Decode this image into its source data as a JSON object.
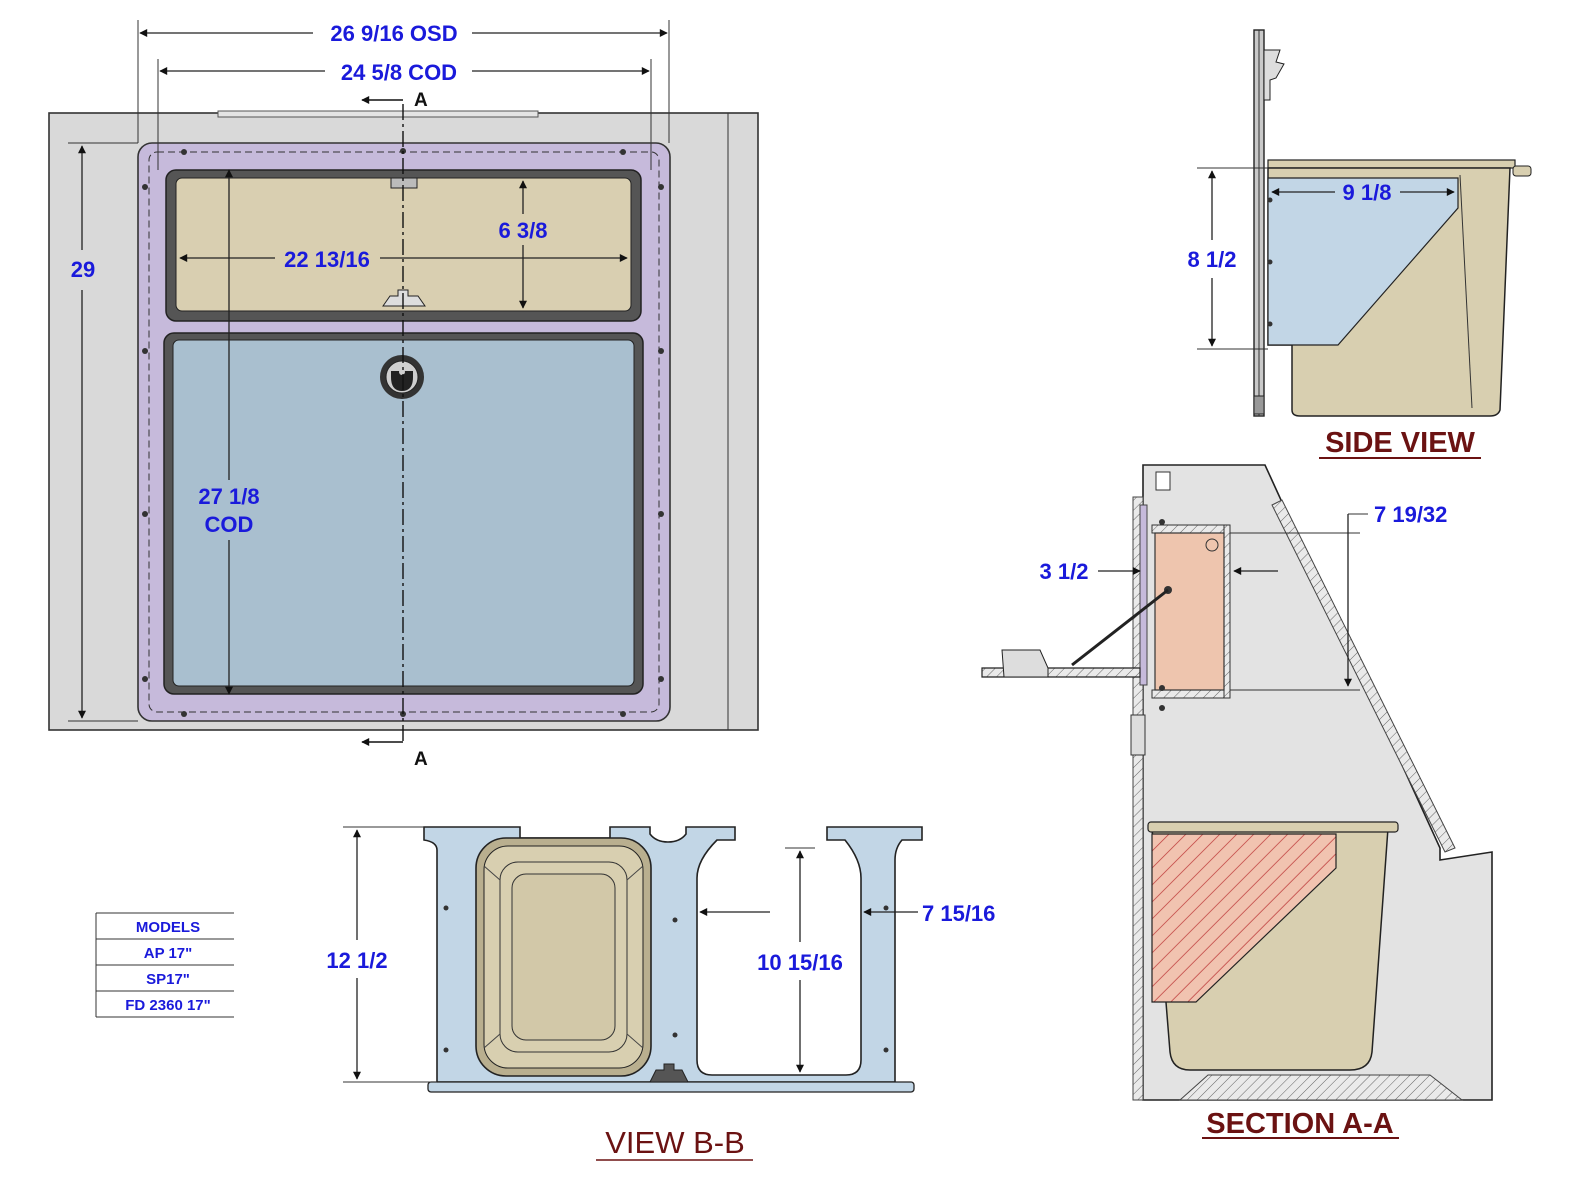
{
  "front_view": {
    "dim_osd": "26 9/16 OSD",
    "dim_cod": "24 5/8 COD",
    "dim_height": "29",
    "dim_top_width": "22 13/16",
    "dim_top_height": "6 3/8",
    "dim_door_height_value": "27 1/8",
    "dim_door_height_unit": "COD",
    "section_label_top": "A",
    "section_label_bottom": "A"
  },
  "side_view": {
    "dim_width": "9 1/8",
    "dim_height": "8 1/2",
    "title": "SIDE VIEW"
  },
  "section_aa": {
    "dim_depth": "7 19/32",
    "dim_thickness": "3 1/2",
    "title": "SECTION A-A"
  },
  "view_bb": {
    "dim_height": "12 1/2",
    "dim_inner_height": "10 15/16",
    "dim_inner_width": "7 15/16",
    "title": "VIEW B-B"
  },
  "models_table": {
    "header": "MODELS",
    "rows": [
      "AP 17\"",
      "SP17\"",
      "FD 2360 17\""
    ]
  },
  "colors": {
    "dimension_text": "#1a1adb",
    "title_text": "#6b1212",
    "panel": "#d9d9d9",
    "flange": "#c4b8d8",
    "top_bin": "#d9cfb1",
    "door": "#a9bfcf",
    "light_blue": "#c2d6e6",
    "tan": "#d8cfb0",
    "salmon": "#eec5ae"
  }
}
